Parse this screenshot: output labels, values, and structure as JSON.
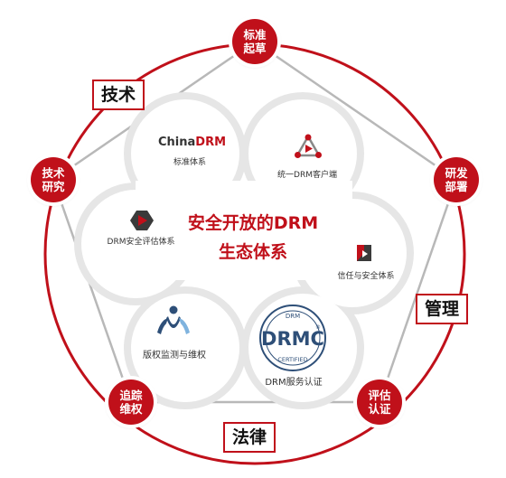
{
  "nodes": {
    "standard": [
      "标准",
      "起草"
    ],
    "develop": [
      "研发",
      "部署"
    ],
    "evaluate": [
      "评估",
      "认证"
    ],
    "track": [
      "追踪",
      "维权"
    ],
    "research": [
      "技术",
      "研究"
    ]
  },
  "labels": {
    "tech": "技术",
    "manage": "管理",
    "law": "法律"
  },
  "center": {
    "line1": "安全开放的DRM",
    "line2": "生态体系"
  },
  "petals": {
    "standard_system": "标准体系",
    "client": "统一DRM客户端",
    "trust": "信任与安全体系",
    "service": "DRM服务认证",
    "monitor": "版权监测与维权",
    "evaluation_system": "DRM安全评估体系"
  },
  "logos": {
    "chinadrm_prefix": "China",
    "chinadrm_suffix": "DRM",
    "drmc_top": "DRM",
    "drmc_main": "DRMC",
    "drmc_bottom": "CERTIFIED",
    "drmc_mark": "®"
  },
  "colors": {
    "brand_red": "#c0101a",
    "petal_gray": "#e9e9e9",
    "navy": "#2e4f78"
  }
}
